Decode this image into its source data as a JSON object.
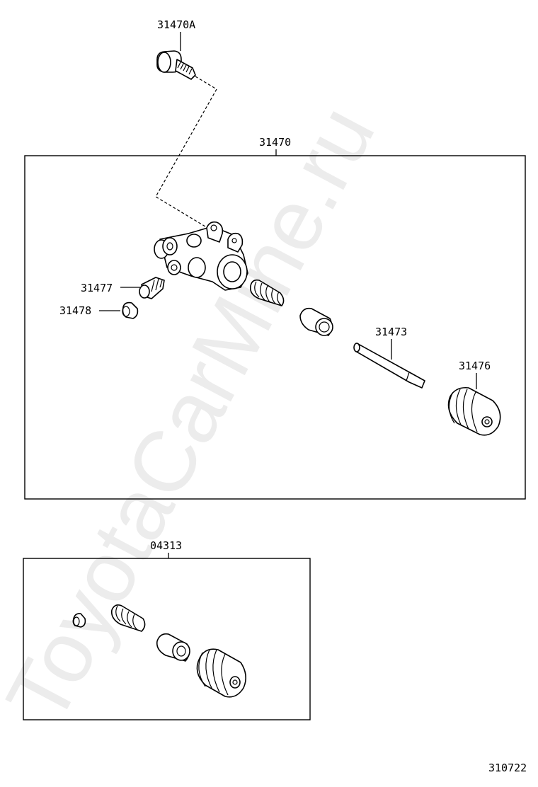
{
  "watermark": "ToyotaCarMine.ru",
  "labels": {
    "bolt": "31470A",
    "cylinder_assy": "31470",
    "bleeder_plug": "31477",
    "bleeder_cap": "31478",
    "push_rod": "31473",
    "boot": "31476",
    "repair_kit": "04313",
    "diagram_code": "310722"
  }
}
